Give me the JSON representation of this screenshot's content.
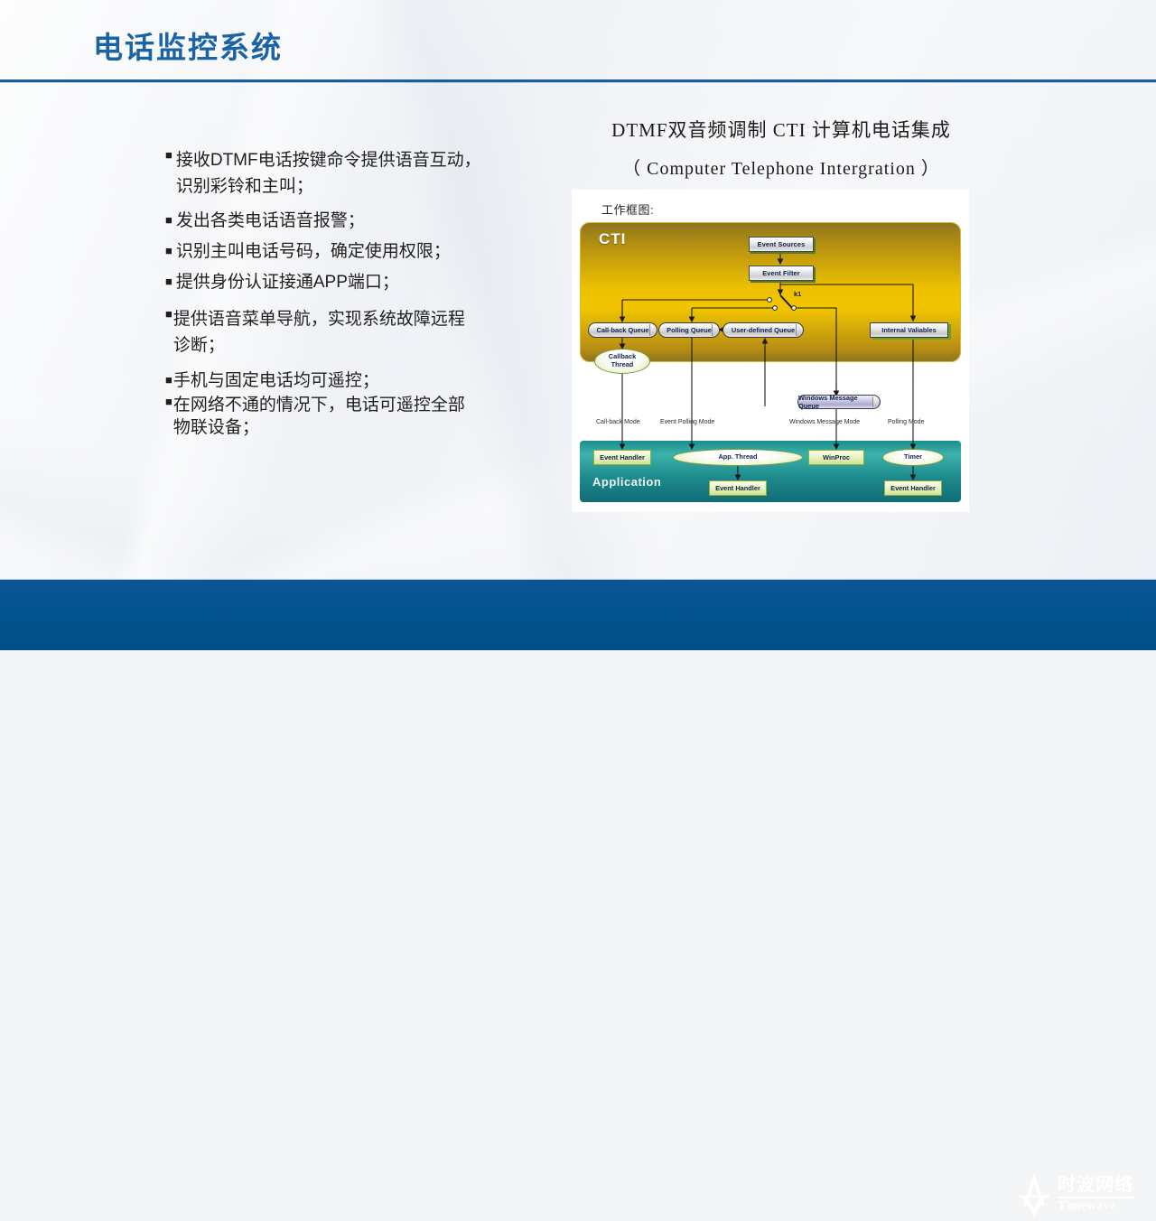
{
  "slide": {
    "title": "电话监控系统",
    "accent_color": "#1a63a5",
    "footer_color": "#02538f",
    "background_color": "#f2f4f7"
  },
  "bullets": [
    {
      "marker": "■",
      "tight": false,
      "text": "接收DTMF电话按键命令提供语音互动，\n识别彩铃和主叫；"
    },
    {
      "marker": "■",
      "tight": false,
      "text": "发出各类电话语音报警；"
    },
    {
      "marker": "■",
      "tight": false,
      "text": "识别主叫电话号码，确定使用权限；"
    },
    {
      "marker": "■",
      "tight": false,
      "text": "提供身份认证接通APP端口；"
    },
    {
      "marker": "■",
      "tight": true,
      "text": "提供语音菜单导航，实现系统故障远程\n诊断；"
    },
    {
      "marker": "■",
      "tight": true,
      "text": "手机与固定电话均可遥控；"
    },
    {
      "marker": "■",
      "tight": true,
      "text": "在网络不通的情况下，电话可遥控全部\n物联设备；"
    }
  ],
  "right_panel": {
    "heading_line1": "DTMF双音频调制 CTI 计算机电话集成",
    "heading_line2": "（ Computer Telephone Intergration ）",
    "diagram_label": "工作框图:"
  },
  "diagram": {
    "cti_label": "CTI",
    "application_label": "Application",
    "switch_label": "k1",
    "nodes": {
      "event_sources": "Event Sources",
      "event_filter": "Event Filter",
      "callback_queue": "Call-back Queue",
      "polling_queue": "Polling Queue",
      "user_defined_queue": "User-defined Queue",
      "internal_variables": "Internal Valiables",
      "callback_thread": "Callback\nThread",
      "windows_message_queue": "Windows Message Queue",
      "event_handler_1": "Event Handler",
      "app_thread": "App. Thread",
      "winproc": "WinProc",
      "timer": "Timer",
      "event_handler_2": "Event Handler",
      "event_handler_3": "Event Handler"
    },
    "mode_labels": [
      "Call-back Mode",
      "Event Polling Mode",
      "Windows Message Mode",
      "Polling Mode"
    ]
  },
  "footer": {
    "logo_cn": "时波网络",
    "logo_en": "Timewave"
  }
}
